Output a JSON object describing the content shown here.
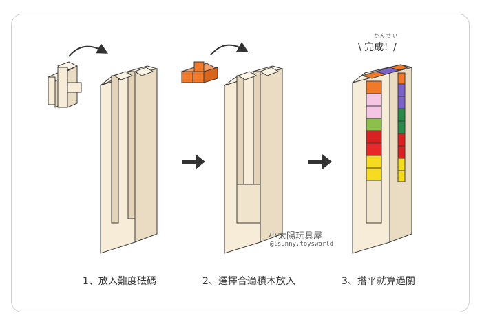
{
  "steps": [
    {
      "caption": "1、放入難度砝碼"
    },
    {
      "caption": "2、選擇合適積木放入"
    },
    {
      "caption": "3、搭平就算過關"
    }
  ],
  "completion": {
    "label": "\\ 完成！/",
    "ruby": "かんせい"
  },
  "watermark": {
    "name": "小太陽玩具屋",
    "handle": "@lsunny.toysworld"
  },
  "colors": {
    "wood": "#f7ecd8",
    "wood_side": "#eadcc2",
    "outline": "#3a3a3a",
    "orange_piece": "#f07a2a",
    "arrow": "#333333",
    "stack": [
      "#f07a2a",
      "#f4c6e4",
      "#f4c6e4",
      "#8cc04a",
      "#d82222",
      "#e82828",
      "#f5dc20",
      "#f5dc20"
    ],
    "side_stack": [
      "#f07a2a",
      "#7c62c8",
      "#7c62c8",
      "#2a8a4a",
      "#2a8a4a",
      "#d82222",
      "#d82222",
      "#f5dc20",
      "#f5dc20"
    ]
  }
}
